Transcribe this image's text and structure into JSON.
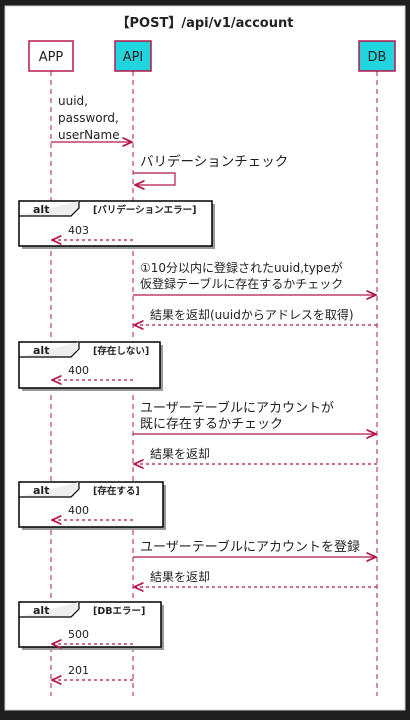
{
  "title": "【POST】/api/v1/account",
  "colors": {
    "frame_bg": "#ffffff",
    "outer_bg": "#1e1e1e",
    "lifeline": "#b5174f",
    "arrow": "#b5174f",
    "app_fill": "#ffffff",
    "api_fill": "#21d5df",
    "db_fill": "#21d5df",
    "text": "#222222",
    "alt_box": "#000000"
  },
  "participants": [
    {
      "id": "app",
      "label": "APP"
    },
    {
      "id": "api",
      "label": "API"
    },
    {
      "id": "db",
      "label": "DB"
    }
  ],
  "messages": [
    {
      "id": "m1",
      "from": "app",
      "to": "api",
      "style": "solid",
      "lines": [
        "uuid,",
        "password,",
        "userName"
      ]
    },
    {
      "id": "m2",
      "from": "api",
      "to": "api",
      "style": "self",
      "lines": [
        "バリデーションチェック"
      ]
    },
    {
      "id": "m3",
      "from": "api",
      "to": "app",
      "style": "dashed",
      "lines": [
        "403"
      ]
    },
    {
      "id": "m4",
      "from": "api",
      "to": "db",
      "style": "solid",
      "lines": [
        "①10分以内に登録されたuuid,typeが",
        "仮登録テーブルに存在するかチェック"
      ]
    },
    {
      "id": "m5",
      "from": "db",
      "to": "api",
      "style": "dashed",
      "lines": [
        "結果を返却(uuidからアドレスを取得)"
      ]
    },
    {
      "id": "m6",
      "from": "api",
      "to": "app",
      "style": "dashed",
      "lines": [
        "400"
      ]
    },
    {
      "id": "m7",
      "from": "api",
      "to": "db",
      "style": "solid",
      "lines": [
        "ユーザーテーブルにアカウントが",
        "既に存在するかチェック"
      ]
    },
    {
      "id": "m8",
      "from": "db",
      "to": "api",
      "style": "dashed",
      "lines": [
        "結果を返却"
      ]
    },
    {
      "id": "m9",
      "from": "api",
      "to": "app",
      "style": "dashed",
      "lines": [
        "400"
      ]
    },
    {
      "id": "m10",
      "from": "api",
      "to": "db",
      "style": "solid",
      "lines": [
        "ユーザーテーブルにアカウントを登録"
      ]
    },
    {
      "id": "m11",
      "from": "db",
      "to": "api",
      "style": "dashed",
      "lines": [
        "結果を返却"
      ]
    },
    {
      "id": "m12",
      "from": "api",
      "to": "app",
      "style": "dashed",
      "lines": [
        "500"
      ]
    },
    {
      "id": "m13",
      "from": "api",
      "to": "app",
      "style": "dashed",
      "lines": [
        "201"
      ]
    }
  ],
  "fragments": [
    {
      "id": "f1",
      "kind": "alt",
      "condition": "[バリデーションエラー]"
    },
    {
      "id": "f2",
      "kind": "alt",
      "condition": "[存在しない]"
    },
    {
      "id": "f3",
      "kind": "alt",
      "condition": "[存在する]"
    },
    {
      "id": "f4",
      "kind": "alt",
      "condition": "[DBエラー]"
    }
  ]
}
